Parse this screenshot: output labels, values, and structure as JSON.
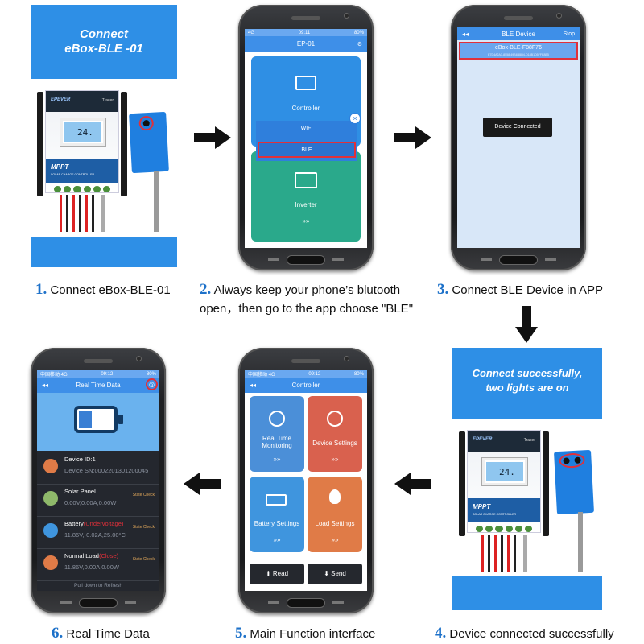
{
  "step1": {
    "banner_line1": "Connect",
    "banner_line2": "eBox-BLE -01",
    "device_brand": "EPEVER",
    "device_model": "Tracer",
    "device_label": "MPPT",
    "device_sub": "SOLAR CHARGE CONTROLLER",
    "lcd_value": "24.",
    "caption_num": "1.",
    "caption": "Connect eBox-BLE-01"
  },
  "step2": {
    "status_left": "4G",
    "status_time": "09:11",
    "status_right": "80%",
    "title": "EP-01",
    "controller_label": "Controller",
    "inverter_label": "Inverter",
    "wifi_option": "WIFI",
    "ble_option": "BLE",
    "chevrons": "»»",
    "caption_num": "2.",
    "caption_line1": "Always keep your phone’s blutooth",
    "caption_line2": "open，then go to the app choose \"BLE\""
  },
  "step3": {
    "status_time": "09:11",
    "title": "BLE Device",
    "stop": "Stop",
    "device_name": "eBox-BLE-F88F76",
    "device_uuid": "E7D4A2A3-8558-49B8-8854-D18B1D5FFE8E5",
    "toast": "Device Connected",
    "caption_num": "3.",
    "caption": "Connect BLE Device in APP"
  },
  "step4": {
    "banner_line1": "Connect successfully,",
    "banner_line2": "two lights are on",
    "device_brand": "EPEVER",
    "device_model": "Tracer",
    "device_label": "MPPT",
    "device_sub": "SOLAR CHARGE CONTROLLER",
    "lcd_value": "24.",
    "caption_num": "4.",
    "caption": "Device connected successfully"
  },
  "step5": {
    "status_left": "中国移动 4G",
    "status_time": "09:12",
    "status_right": "80%",
    "title": "Controller",
    "cards": [
      {
        "label": "Real Time Monitoring",
        "color": "#4b8fd8"
      },
      {
        "label": "Device Settings",
        "color": "#d9614e"
      },
      {
        "label": "Battery Settings",
        "color": "#3f95de"
      },
      {
        "label": "Load Settings",
        "color": "#e07b47"
      }
    ],
    "read_label": "Read",
    "send_label": "Send",
    "chevrons": "»»",
    "caption_num": "5.",
    "caption": "Main Function interface"
  },
  "step6": {
    "status_left": "中国移动 4G",
    "status_time": "09:12",
    "status_right": "80%",
    "title": "Real Time Data",
    "device_id": "Device ID:1",
    "device_sn": "Device SN:0002201301200045",
    "solar_title": "Solar Panel",
    "solar_values": "0.00V,0.00A,0.00W",
    "battery_title": "Battery",
    "battery_status": "(Undervoltage)",
    "battery_values": "11.86V,-0.02A,25.00°C",
    "load_title": "Normal Load",
    "load_status": "(Close)",
    "load_values": "11.86V,0.00A,0.00W",
    "state_check": "State Check",
    "pull_refresh": "Pull down to Refresh",
    "caption_num": "6.",
    "caption": "Real Time Data"
  },
  "colors": {
    "brand_blue": "#2e8fe6",
    "app_bar": "#3e8fe8",
    "highlight_red": "#e0303a",
    "caption_num": "#1d71c9"
  }
}
